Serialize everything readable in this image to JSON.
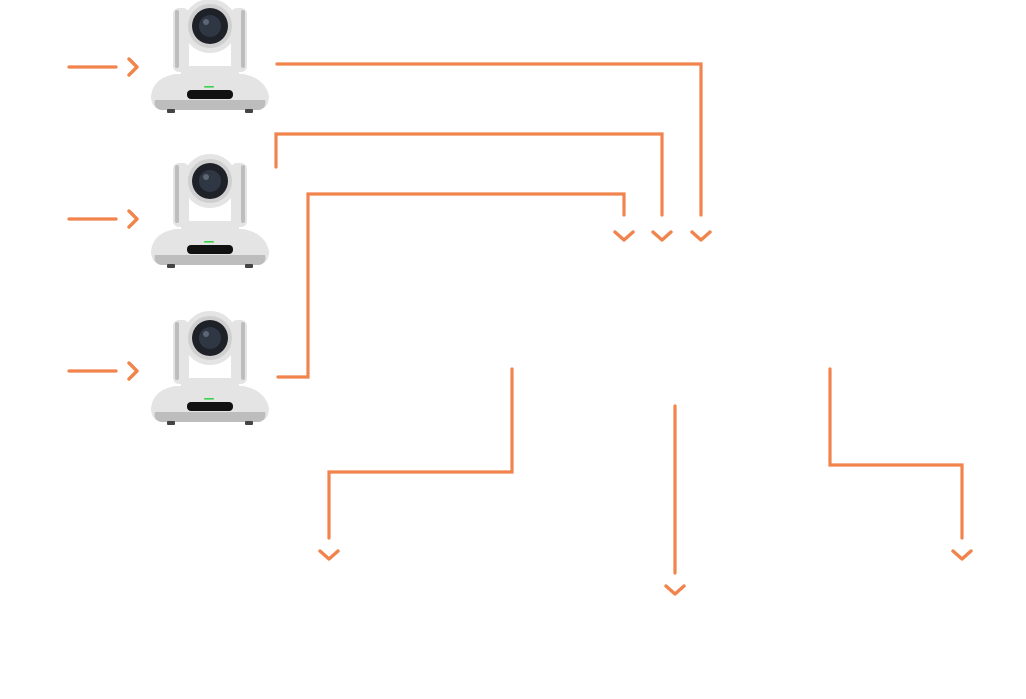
{
  "diagram": {
    "title": "",
    "accent_color": "#F0844C",
    "camera_body_color": "#E4E4E4",
    "camera_shade_color": "#BDBDBD",
    "camera_lens_color": "#1E2228",
    "camera_led_color": "#3CD04A",
    "cameras": [
      {
        "id": "camera-1",
        "label": "",
        "icon": "ptz-camera-icon",
        "logo": "ptz"
      },
      {
        "id": "camera-2",
        "label": "",
        "icon": "ptz-camera-icon",
        "logo": "ptz"
      },
      {
        "id": "camera-3",
        "label": "",
        "icon": "ptz-camera-icon",
        "logo": "ptz"
      }
    ],
    "inputs": [
      {
        "to": "camera-1",
        "icon": "arrow-right-icon"
      },
      {
        "to": "camera-2",
        "icon": "arrow-right-icon"
      },
      {
        "to": "camera-3",
        "icon": "arrow-right-icon"
      }
    ],
    "outputs_from_cameras": [
      {
        "from": "camera-1",
        "to": "hub-input-right",
        "icon": "arrow-down-icon"
      },
      {
        "from": "camera-2",
        "to": "hub-input-middle",
        "icon": "arrow-down-icon"
      },
      {
        "from": "camera-3",
        "to": "hub-input-left",
        "icon": "arrow-down-icon"
      }
    ],
    "hub_outputs": [
      {
        "id": "output-left",
        "label": "",
        "icon": "arrow-down-icon"
      },
      {
        "id": "output-center",
        "label": "",
        "icon": "arrow-down-icon"
      },
      {
        "id": "output-right",
        "label": "",
        "icon": "arrow-down-icon"
      }
    ]
  }
}
